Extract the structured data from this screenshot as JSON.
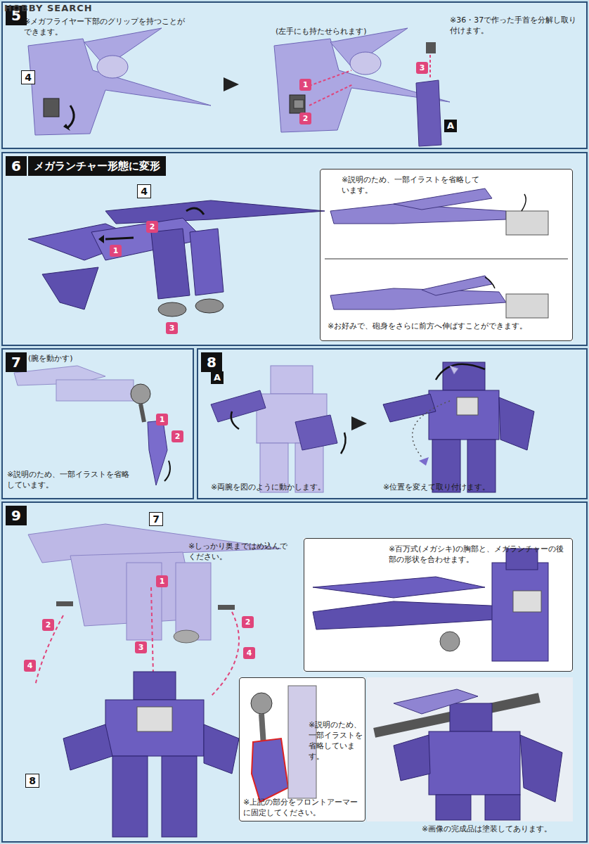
{
  "diagram": {
    "nodes": [
      {
        "text": [
          "5"
        ]
      },
      {
        "text": [
          "6",
          "メガランチャー形態に変形"
        ]
      },
      {
        "text": [
          "※説明のため、一部イラストを省略しています。",
          "※お好みで、砲身をさらに前方へ伸ばすことができます。"
        ],
        "in": 1
      },
      {
        "text": [
          "7"
        ]
      },
      {
        "text": [
          "8"
        ]
      },
      {
        "text": [
          "9"
        ]
      },
      {
        "text": [
          "※百万式(メガシキ)の胸部と、メガランチャーの後部の形状を合わせます。"
        ],
        "in": 5
      },
      {
        "text": [
          "※説明のため、一部イラストを省略しています。",
          "※上記の部分をフロントアーマーに固定してください。"
        ],
        "in": 5
      }
    ],
    "labels": [
      "HOBBY SEARCH",
      "※メガフライヤー下部のグリップを持つことができます。",
      "4",
      "(左手にも持たせられます)",
      "※36・37で作った手首を分解し取り付けます。",
      "1",
      "2",
      "3",
      "A",
      "4",
      "1",
      "2",
      "3",
      "(腕を動かす)",
      "1",
      "2",
      "※説明のため、一部イラストを省略しています。",
      "A",
      "※両腕を図のように動かします。",
      "※位置を変えて取り付けます。",
      "7",
      "※しっかり奥まではめ込んでください。",
      "1",
      "2",
      "2",
      "3",
      "4",
      "4",
      "8",
      "※画像の完成品は塗装してあります。"
    ]
  }
}
